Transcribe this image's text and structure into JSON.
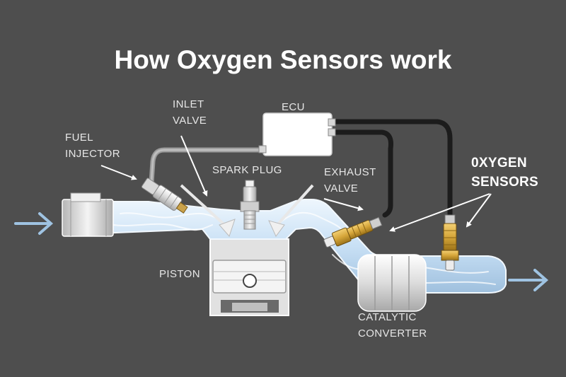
{
  "title": "How Oxygen Sensors work",
  "labels": {
    "ecu": "ECU",
    "inlet_valve": [
      "INLET",
      "VALVE"
    ],
    "fuel_injector": [
      "FUEL",
      "INJECTOR"
    ],
    "spark_plug": "SPARK PLUG",
    "exhaust_valve": [
      "EXHAUST",
      "VALVE"
    ],
    "oxygen_sensors": [
      "0XYGEN",
      "SENSORS"
    ],
    "piston": "PISTON",
    "catalytic_converter": [
      "CATALYTIC",
      "CONVERTER"
    ]
  },
  "colors": {
    "background": "#4e4e4e",
    "pipe": "#d3e8fa",
    "sensor_brass": "#d6a63a",
    "wire": "#1c1c1c",
    "arrow": "#9fc3e2"
  }
}
